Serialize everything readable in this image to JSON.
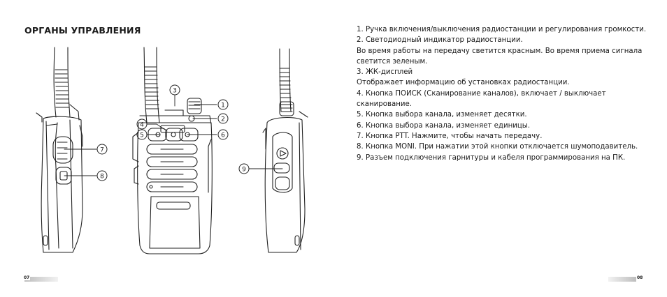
{
  "heading": "ОРГАНЫ УПРАВЛЕНИЯ",
  "items": [
    "1. Ручка включения/выключения радиостанции и регулирования громкости.",
    "2. Светодиодный индикатор радиостанции.",
    "Во время работы на передачу светится красным. Во время приема сигнала",
    "светится зеленым.",
    "3. ЖК-дисплей",
    "Отображает информацию об установках радиостанции.",
    "4. Кнопка ПОИСК (Сканирование каналов), включает / выключает",
    "сканирование.",
    "5. Кнопка выбора канала, изменяет десятки.",
    "6. Кнопка выбора канала, изменяет единицы.",
    "7. Кнопка PTT. Нажмите, чтобы начать передачу.",
    "8. Кнопка MONI. При нажатии этой кнопки отключается шумоподавитель.",
    "9. Разъем подключения гарнитуры и кабеля программирования на ПК."
  ],
  "callouts": [
    "1",
    "2",
    "3",
    "4",
    "5",
    "6",
    "7",
    "8",
    "9"
  ],
  "page_numbers": {
    "left": "07",
    "right": "08"
  }
}
